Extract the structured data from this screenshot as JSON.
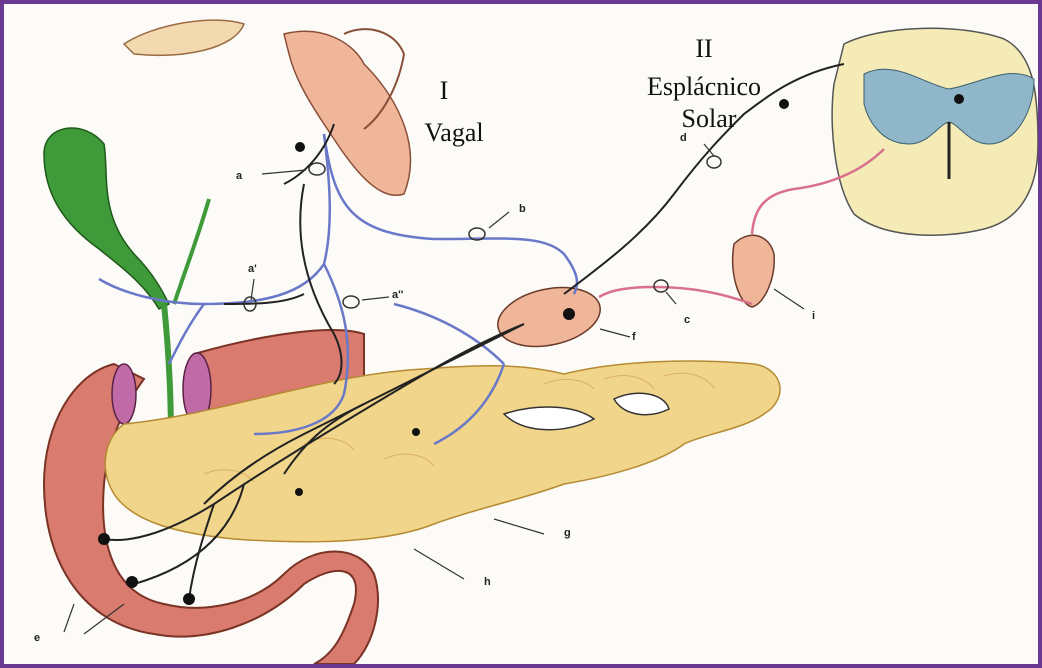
{
  "title_vagal": {
    "numeral": "I",
    "word": "Vagal"
  },
  "title_esplacnico": {
    "numeral": "II",
    "line1": "Esplácnico",
    "line2": "Solar"
  },
  "letters": [
    "a",
    "b",
    "a'",
    "a''",
    "c",
    "d",
    "e",
    "f",
    "g",
    "h",
    "i"
  ],
  "colors": {
    "border": "#6a3a93",
    "vagal_fiber": "#6a78c9",
    "sympathetic_fiber": "#222222",
    "sensory_fiber": "#d9708e",
    "pancreas": "#f1d58a",
    "duodenum": "#d97b6f",
    "gallbladder": "#3f9a3a",
    "spinal_gray": "#8fb6c9"
  }
}
